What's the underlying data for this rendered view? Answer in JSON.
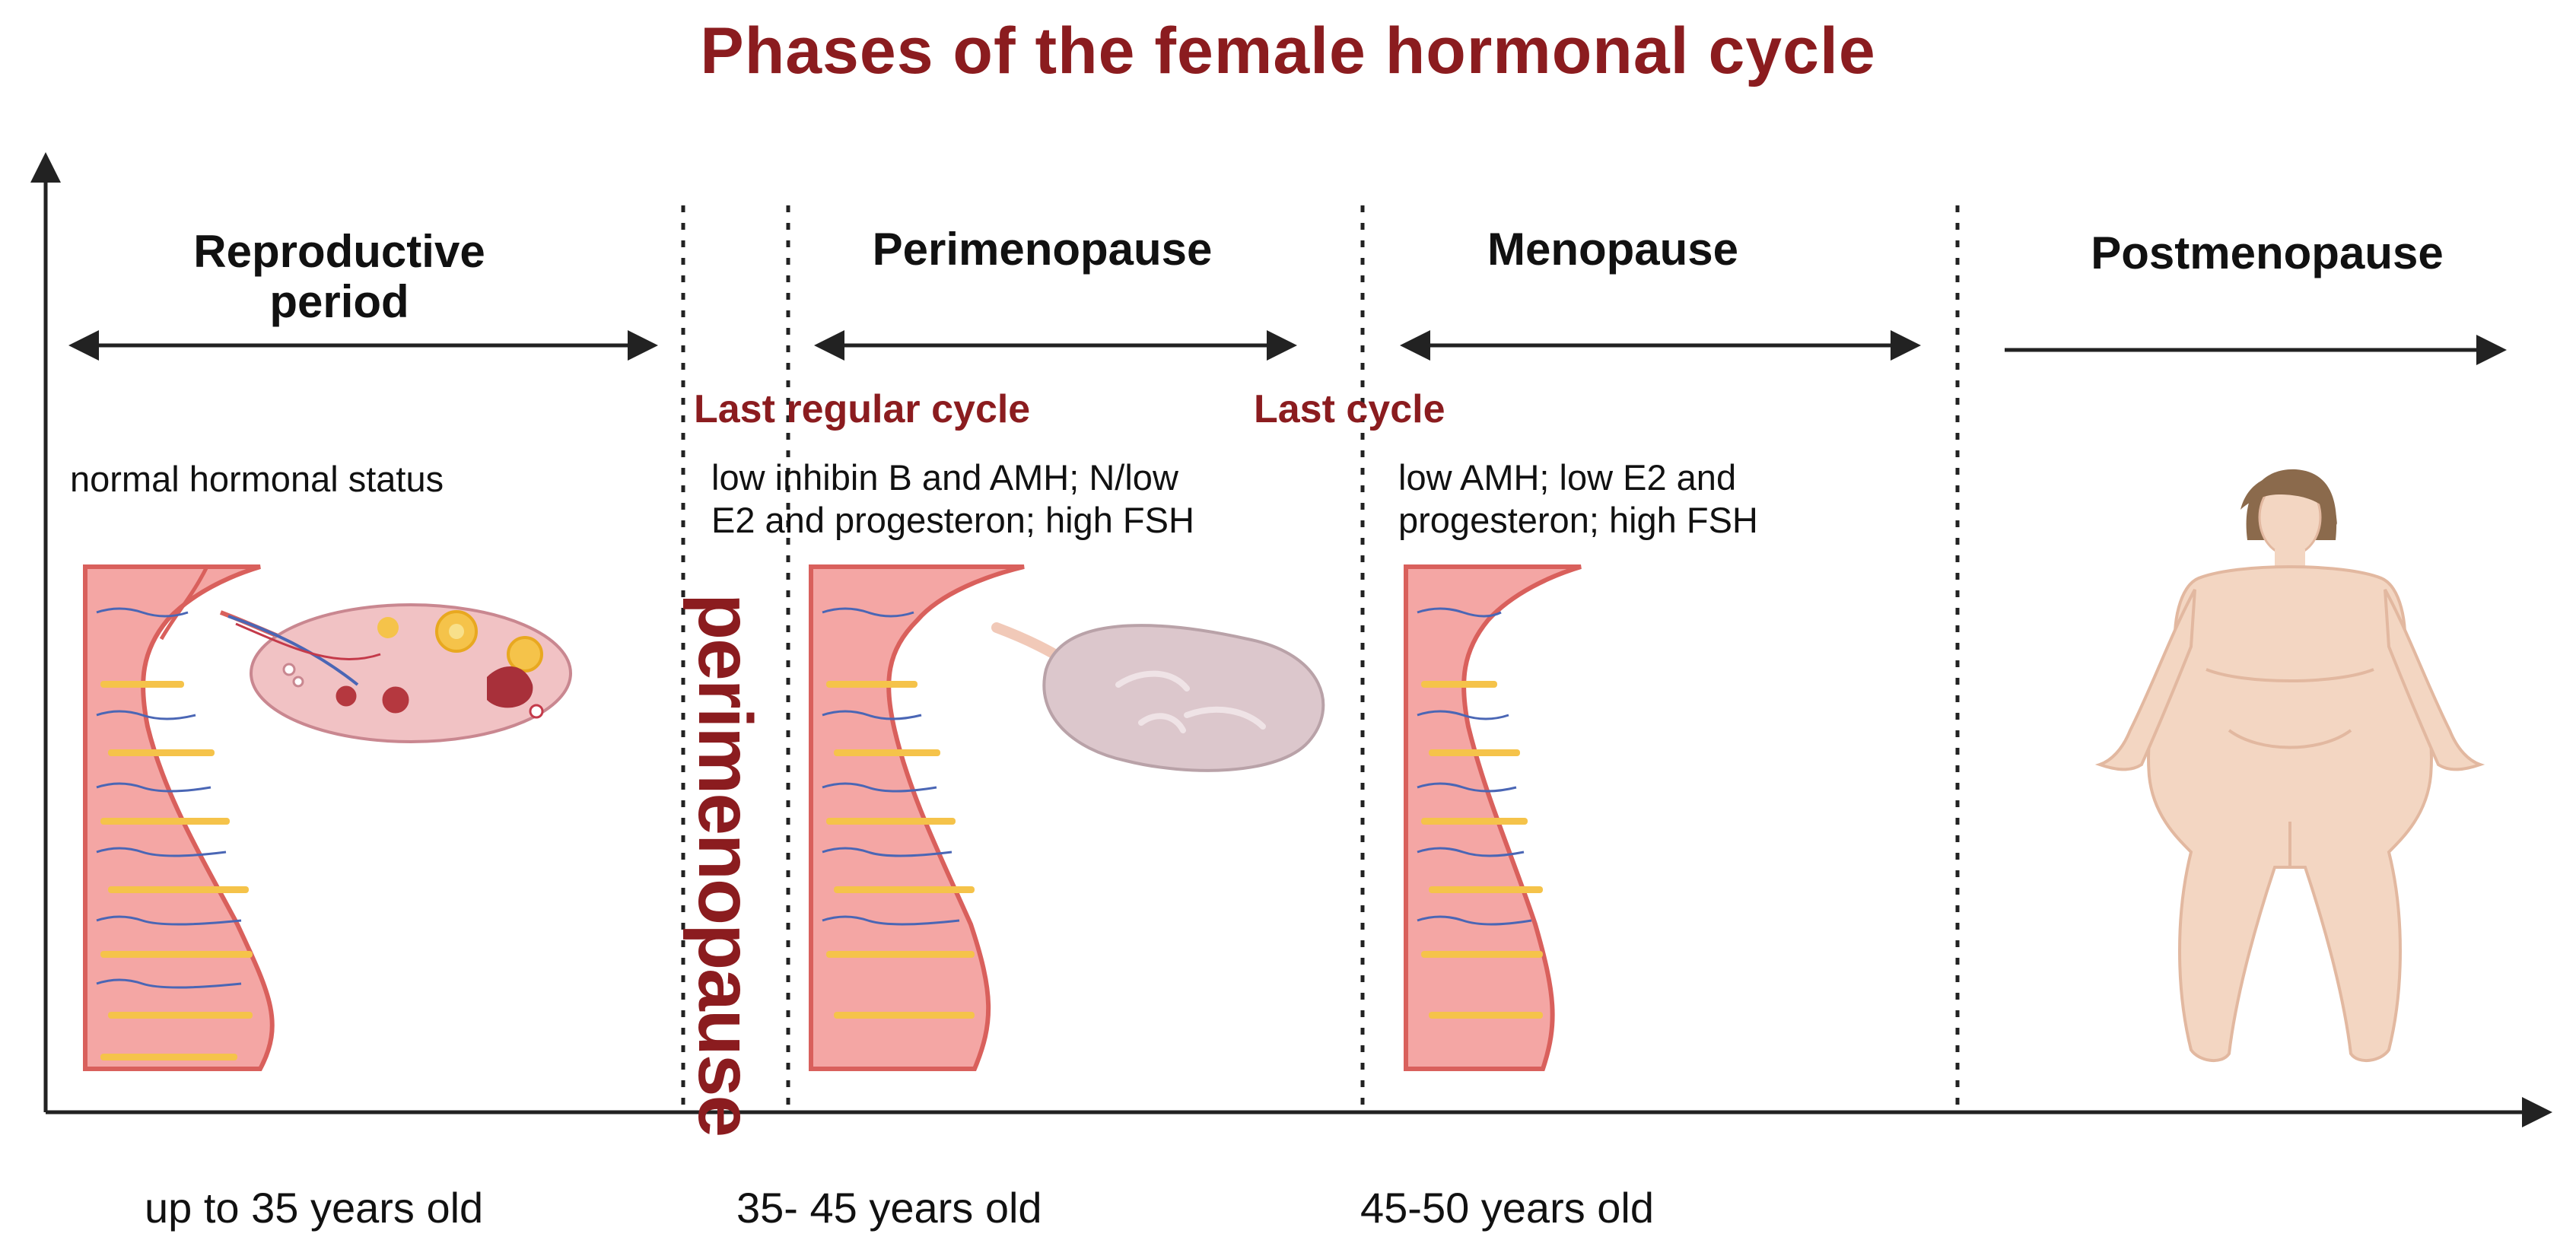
{
  "title": "Phases of the female hormonal cycle",
  "phases": [
    {
      "name": "Reproductive\nperiod"
    },
    {
      "name": "Perimenopause"
    },
    {
      "name": "Menopause"
    },
    {
      "name": "Postmenopause"
    }
  ],
  "events": {
    "last_regular_cycle": "Last regular cycle",
    "last_cycle": "Last cycle"
  },
  "descriptions": {
    "reproductive": "normal hormonal status",
    "perimenopause": "low inhibin B and AMH; N/low\nE2 and progesteron; high FSH",
    "menopause": "low AMH; low E2 and\nprogesteron; high FSH"
  },
  "vertical_label": "perimenopause",
  "ages": {
    "reproductive": "up to 35 years old",
    "perimenopause": "35- 45 years old",
    "menopause": "45-50 years old"
  },
  "colors": {
    "title": "#8b1c1f",
    "uterus_wall": "#f4a6a4",
    "uterus_outline": "#d9605c",
    "ovary": "#f1c2c4",
    "follicle": "#f5c34a",
    "skin": "#f3d6c2",
    "hair": "#8b6a4c"
  }
}
